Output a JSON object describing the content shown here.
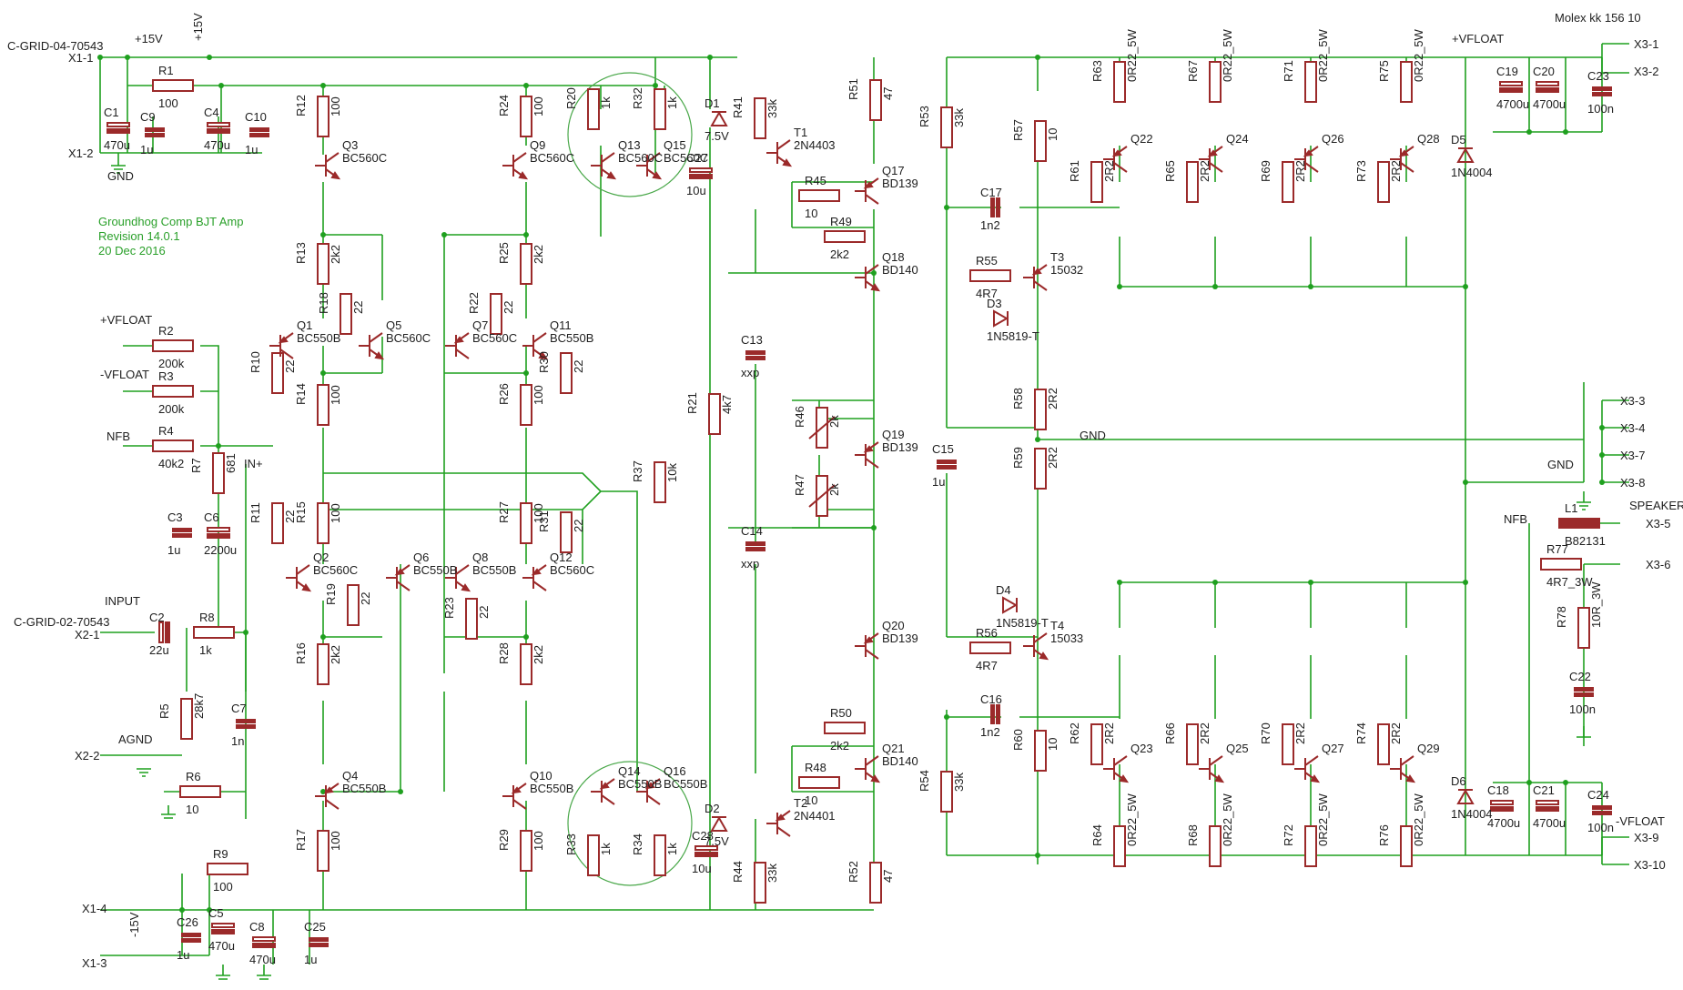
{
  "header": {
    "top_left_connector": "C-GRID-04-70543",
    "top_right_connector": "Molex kk 156 10",
    "input_connector": "C-GRID-02-70543"
  },
  "title_block": {
    "line1": "Groundhog Comp BJT Amp",
    "line2": "Revision 14.0.1",
    "line3": "20 Dec 2016"
  },
  "nets": {
    "p15": "+15V",
    "p15v": "+15V",
    "n15": "-15V",
    "vfloat_p": "+VFLOAT",
    "vfloat_n": "-VFLOAT",
    "nfb": "NFB",
    "in_plus": "IN+",
    "input": "INPUT",
    "agnd": "AGND",
    "gnd": "GND",
    "speaker": "SPEAKER"
  },
  "pins": [
    "X1-1",
    "X1-2",
    "X1-3",
    "X1-4",
    "X2-1",
    "X2-2",
    "X3-1",
    "X3-2",
    "X3-3",
    "X3-4",
    "X3-5",
    "X3-6",
    "X3-7",
    "X3-8",
    "X3-9",
    "X3-10"
  ],
  "components": [
    {
      "ref": "R1",
      "value": "100"
    },
    {
      "ref": "R2",
      "value": "200k"
    },
    {
      "ref": "R3",
      "value": "200k"
    },
    {
      "ref": "R4",
      "value": "40k2"
    },
    {
      "ref": "R5",
      "value": "28k7"
    },
    {
      "ref": "R6",
      "value": "10"
    },
    {
      "ref": "R7",
      "value": "681"
    },
    {
      "ref": "R8",
      "value": "1k"
    },
    {
      "ref": "R9",
      "value": "100"
    },
    {
      "ref": "R10",
      "value": "22"
    },
    {
      "ref": "R11",
      "value": "22"
    },
    {
      "ref": "R12",
      "value": "100"
    },
    {
      "ref": "R13",
      "value": "2k2"
    },
    {
      "ref": "R14",
      "value": "100"
    },
    {
      "ref": "R15",
      "value": "100"
    },
    {
      "ref": "R16",
      "value": "2k2"
    },
    {
      "ref": "R17",
      "value": "100"
    },
    {
      "ref": "R18",
      "value": "22"
    },
    {
      "ref": "R19",
      "value": "22"
    },
    {
      "ref": "R20",
      "value": "1k"
    },
    {
      "ref": "R21",
      "value": "4k7"
    },
    {
      "ref": "R22",
      "value": "22"
    },
    {
      "ref": "R23",
      "value": "22"
    },
    {
      "ref": "R24",
      "value": "100"
    },
    {
      "ref": "R25",
      "value": "2k2"
    },
    {
      "ref": "R26",
      "value": "100"
    },
    {
      "ref": "R27",
      "value": "100"
    },
    {
      "ref": "R28",
      "value": "2k2"
    },
    {
      "ref": "R29",
      "value": "100"
    },
    {
      "ref": "R30",
      "value": "22"
    },
    {
      "ref": "R31",
      "value": "22"
    },
    {
      "ref": "R32",
      "value": "1k"
    },
    {
      "ref": "R33",
      "value": "1k"
    },
    {
      "ref": "R34",
      "value": "1k"
    },
    {
      "ref": "R37",
      "value": "10k"
    },
    {
      "ref": "R41",
      "value": "33k"
    },
    {
      "ref": "R44",
      "value": "33k"
    },
    {
      "ref": "R45",
      "value": "10"
    },
    {
      "ref": "R46",
      "value": "2k"
    },
    {
      "ref": "R47",
      "value": "2k"
    },
    {
      "ref": "R48",
      "value": "10"
    },
    {
      "ref": "R49",
      "value": "2k2"
    },
    {
      "ref": "R50",
      "value": "2k2"
    },
    {
      "ref": "R51",
      "value": "47"
    },
    {
      "ref": "R52",
      "value": "47"
    },
    {
      "ref": "R53",
      "value": "33k"
    },
    {
      "ref": "R54",
      "value": "33k"
    },
    {
      "ref": "R55",
      "value": "4R7"
    },
    {
      "ref": "R56",
      "value": "4R7"
    },
    {
      "ref": "R57",
      "value": "10"
    },
    {
      "ref": "R58",
      "value": "2R2"
    },
    {
      "ref": "R59",
      "value": "2R2"
    },
    {
      "ref": "R60",
      "value": "10"
    },
    {
      "ref": "R61",
      "value": "2R2"
    },
    {
      "ref": "R62",
      "value": "2R2"
    },
    {
      "ref": "R63",
      "value": "0R22_5W"
    },
    {
      "ref": "R64",
      "value": "0R22_5W"
    },
    {
      "ref": "R65",
      "value": "2R2"
    },
    {
      "ref": "R66",
      "value": "2R2"
    },
    {
      "ref": "R67",
      "value": "0R22_5W"
    },
    {
      "ref": "R68",
      "value": "0R22_5W"
    },
    {
      "ref": "R69",
      "value": "2R2"
    },
    {
      "ref": "R70",
      "value": "2R2"
    },
    {
      "ref": "R71",
      "value": "0R22_5W"
    },
    {
      "ref": "R72",
      "value": "0R22_5W"
    },
    {
      "ref": "R73",
      "value": "2R2"
    },
    {
      "ref": "R74",
      "value": "2R2"
    },
    {
      "ref": "R75",
      "value": "0R22_5W"
    },
    {
      "ref": "R76",
      "value": "0R22_5W"
    },
    {
      "ref": "R77",
      "value": "4R7_3W"
    },
    {
      "ref": "R78",
      "value": "10R_3W"
    },
    {
      "ref": "C1",
      "value": "470u"
    },
    {
      "ref": "C2",
      "value": "22u"
    },
    {
      "ref": "C3",
      "value": "1u"
    },
    {
      "ref": "C4",
      "value": "470u"
    },
    {
      "ref": "C5",
      "value": "470u"
    },
    {
      "ref": "C6",
      "value": "2200u"
    },
    {
      "ref": "C7",
      "value": "1n"
    },
    {
      "ref": "C8",
      "value": "470u"
    },
    {
      "ref": "C9",
      "value": "1u"
    },
    {
      "ref": "C10",
      "value": "1u"
    },
    {
      "ref": "C13",
      "value": "xxp"
    },
    {
      "ref": "C14",
      "value": "xxp"
    },
    {
      "ref": "C15",
      "value": "1u"
    },
    {
      "ref": "C16",
      "value": "1n2"
    },
    {
      "ref": "C17",
      "value": "1n2"
    },
    {
      "ref": "C18",
      "value": "4700u"
    },
    {
      "ref": "C19",
      "value": "4700u"
    },
    {
      "ref": "C20",
      "value": "4700u"
    },
    {
      "ref": "C21",
      "value": "4700u"
    },
    {
      "ref": "C22",
      "value": "100n"
    },
    {
      "ref": "C23",
      "value": "100n"
    },
    {
      "ref": "C24",
      "value": "100n"
    },
    {
      "ref": "C25",
      "value": "1u"
    },
    {
      "ref": "C26",
      "value": "1u"
    },
    {
      "ref": "C27",
      "value": "10u"
    },
    {
      "ref": "C28",
      "value": "10u"
    },
    {
      "ref": "D1",
      "value": "7.5V"
    },
    {
      "ref": "D2",
      "value": "7.5V"
    },
    {
      "ref": "D3",
      "value": "1N5819-T"
    },
    {
      "ref": "D4",
      "value": "1N5819-T"
    },
    {
      "ref": "D5",
      "value": "1N4004"
    },
    {
      "ref": "D6",
      "value": "1N4004"
    },
    {
      "ref": "L1",
      "value": "B82131"
    },
    {
      "ref": "Q1",
      "value": "BC550B"
    },
    {
      "ref": "Q2",
      "value": "BC560C"
    },
    {
      "ref": "Q3",
      "value": "BC560C"
    },
    {
      "ref": "Q4",
      "value": "BC550B"
    },
    {
      "ref": "Q5",
      "value": "BC560C"
    },
    {
      "ref": "Q6",
      "value": "BC550B"
    },
    {
      "ref": "Q7",
      "value": "BC560C"
    },
    {
      "ref": "Q8",
      "value": "BC550B"
    },
    {
      "ref": "Q9",
      "value": "BC560C"
    },
    {
      "ref": "Q10",
      "value": "BC550B"
    },
    {
      "ref": "Q11",
      "value": "BC550B"
    },
    {
      "ref": "Q12",
      "value": "BC560C"
    },
    {
      "ref": "Q13",
      "value": "BC560C"
    },
    {
      "ref": "Q14",
      "value": "BC550B"
    },
    {
      "ref": "Q15",
      "value": "BC560C"
    },
    {
      "ref": "Q16",
      "value": "BC550B"
    },
    {
      "ref": "Q17",
      "value": "BD139"
    },
    {
      "ref": "Q18",
      "value": "BD140"
    },
    {
      "ref": "Q19",
      "value": "BD139"
    },
    {
      "ref": "Q20",
      "value": "BD139"
    },
    {
      "ref": "Q21",
      "value": "BD140"
    },
    {
      "ref": "Q22",
      "value": ""
    },
    {
      "ref": "Q23",
      "value": ""
    },
    {
      "ref": "Q24",
      "value": ""
    },
    {
      "ref": "Q25",
      "value": ""
    },
    {
      "ref": "Q26",
      "value": ""
    },
    {
      "ref": "Q27",
      "value": ""
    },
    {
      "ref": "Q28",
      "value": ""
    },
    {
      "ref": "Q29",
      "value": ""
    },
    {
      "ref": "T1",
      "value": "2N4403"
    },
    {
      "ref": "T2",
      "value": "2N4401"
    },
    {
      "ref": "T3",
      "value": "15032"
    },
    {
      "ref": "T4",
      "value": "15033"
    }
  ],
  "colors": {
    "wire": "#1fa01f",
    "part": "#9b2a2a",
    "text": "#202020",
    "note": "#2aa02a"
  }
}
